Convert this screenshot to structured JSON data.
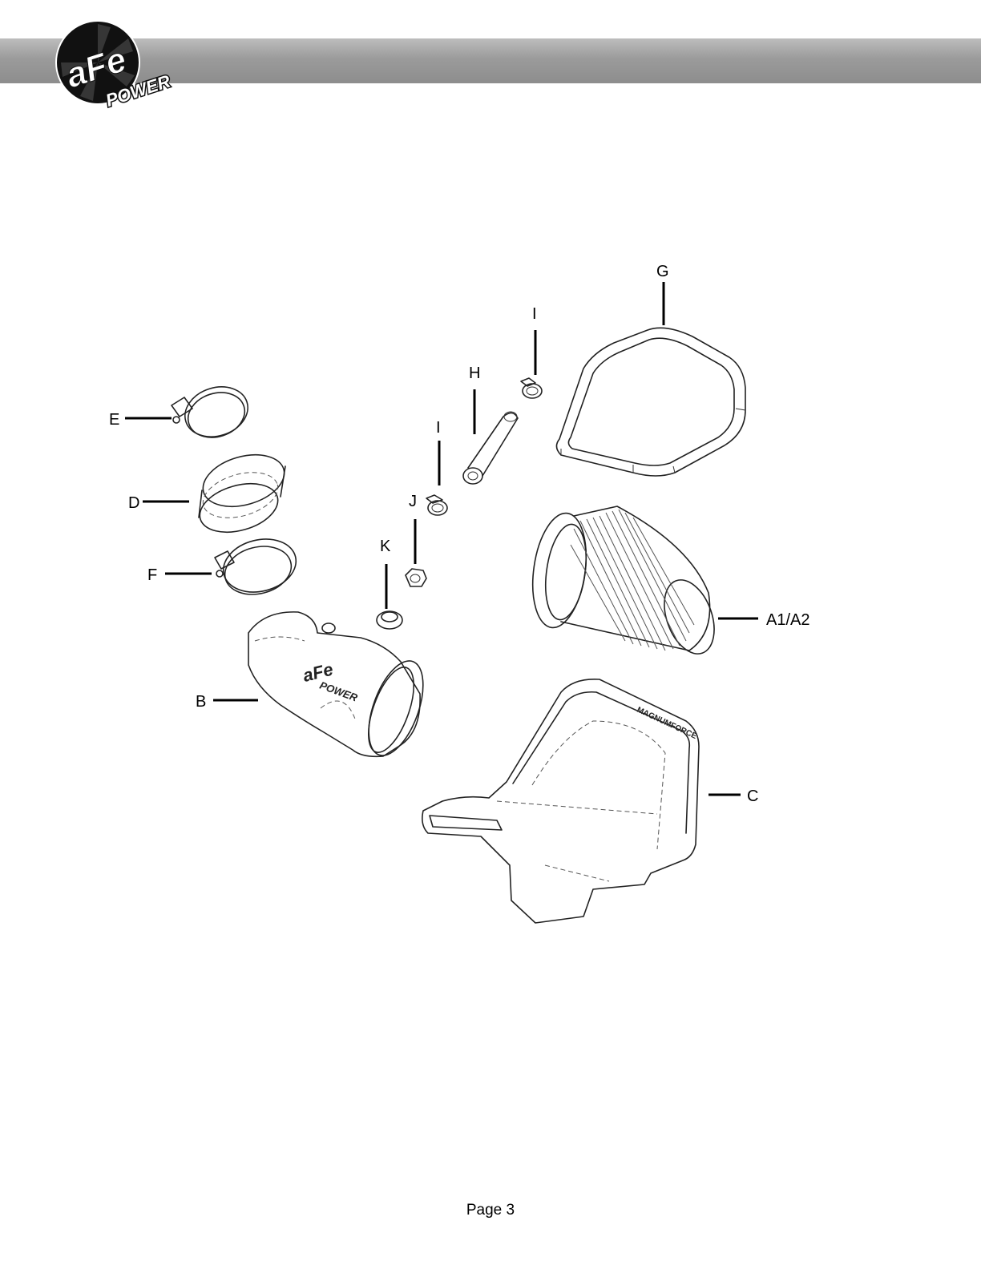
{
  "header": {
    "brand_logo": "afe-power-logo",
    "logo_text_top": "aFe",
    "logo_text_bottom": "POWER"
  },
  "diagram": {
    "labels": {
      "G": "G",
      "I_top": "I",
      "H": "H",
      "E": "E",
      "I_mid": "I",
      "D": "D",
      "J": "J",
      "K": "K",
      "F": "F",
      "A": "A1/A2",
      "B": "B",
      "C": "C"
    },
    "part_marks": {
      "tube_logo_top": "aFe",
      "tube_logo_bottom": "POWER",
      "box_brand": "MAGNUMFORCE"
    }
  },
  "footer": {
    "page_label": "Page 3"
  }
}
